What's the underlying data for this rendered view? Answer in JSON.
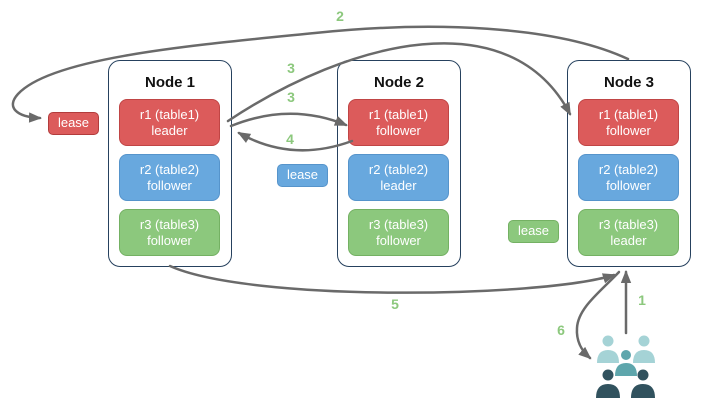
{
  "nodes": [
    {
      "title": "Node 1",
      "replicas": [
        {
          "name": "r1 (table1)",
          "role": "leader",
          "color": "red"
        },
        {
          "name": "r2 (table2)",
          "role": "follower",
          "color": "blue"
        },
        {
          "name": "r3 (table3)",
          "role": "follower",
          "color": "green"
        }
      ]
    },
    {
      "title": "Node 2",
      "replicas": [
        {
          "name": "r1 (table1)",
          "role": "follower",
          "color": "red"
        },
        {
          "name": "r2 (table2)",
          "role": "leader",
          "color": "blue"
        },
        {
          "name": "r3 (table3)",
          "role": "follower",
          "color": "green"
        }
      ]
    },
    {
      "title": "Node 3",
      "replicas": [
        {
          "name": "r1 (table1)",
          "role": "follower",
          "color": "red"
        },
        {
          "name": "r2 (table2)",
          "role": "follower",
          "color": "blue"
        },
        {
          "name": "r3 (table3)",
          "role": "leader",
          "color": "green"
        }
      ]
    }
  ],
  "leases": [
    {
      "label": "lease",
      "color": "#DC5B5B"
    },
    {
      "label": "lease",
      "color": "#68A8DE"
    },
    {
      "label": "lease",
      "color": "#8CC87D"
    }
  ],
  "arrow_labels": {
    "step1": "1",
    "step2": "2",
    "step3a": "3",
    "step3b": "3",
    "step4": "4",
    "step5": "5",
    "step6": "6"
  },
  "icons": {
    "clients": "users-group-icon"
  },
  "colors": {
    "replica_red": "#DC5B5B",
    "replica_blue": "#68A8DE",
    "replica_green": "#8CC87D",
    "node_border": "#26415E",
    "arrow": "#6A6A6A",
    "step_label": "#8CC87D",
    "clients_light": "#A5D3D6",
    "clients_medium": "#5EA6AC",
    "clients_dark": "#31525E"
  }
}
